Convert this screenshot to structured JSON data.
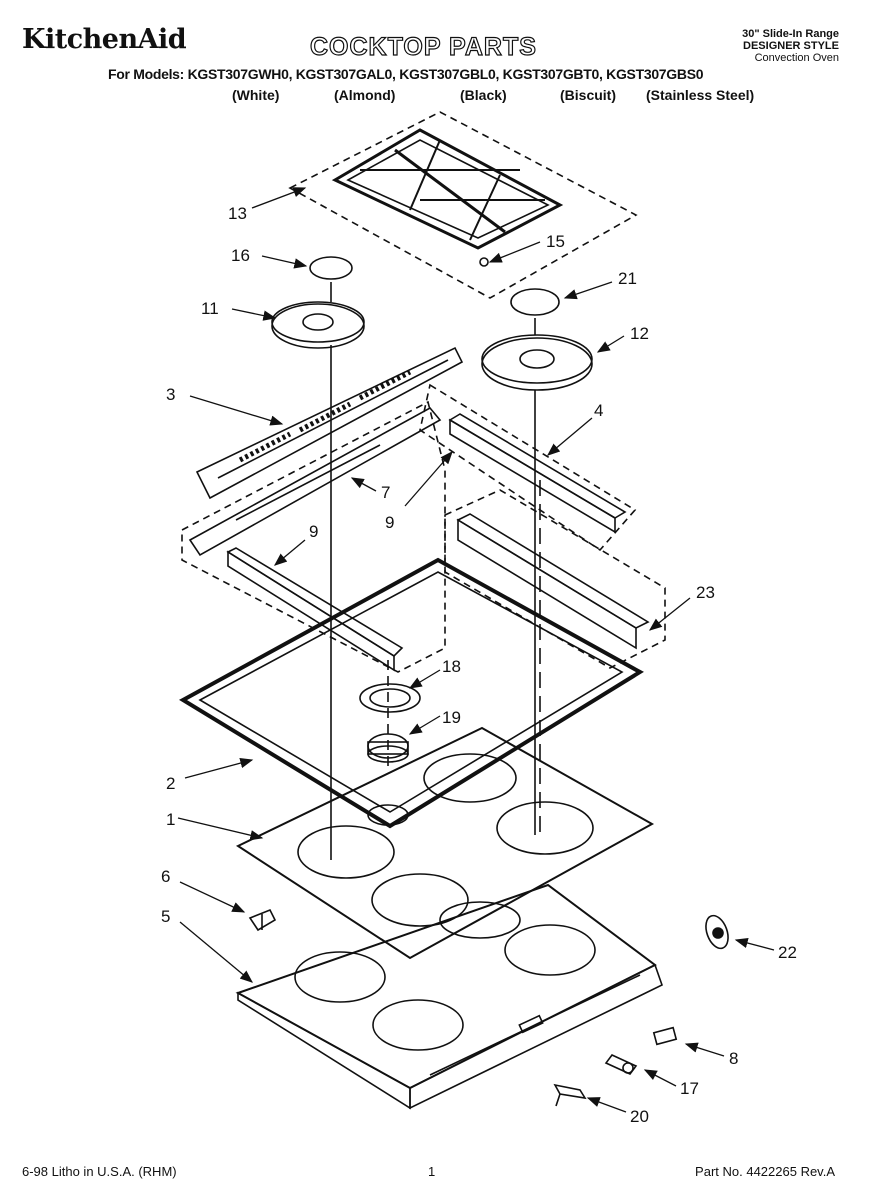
{
  "header": {
    "brand": "KitchenAid",
    "title": "COCKTOP PARTS",
    "range_line1": "30\" Slide-In Range",
    "range_line2": "DESIGNER STYLE",
    "range_line3": "Convection Oven",
    "models_line": "For Models: KGST307GWH0, KGST307GAL0, KGST307GBL0, KGST307GBT0, KGST307GBS0",
    "colors": [
      "(White)",
      "(Almond)",
      "(Black)",
      "(Biscuit)",
      "(Stainless Steel)"
    ]
  },
  "callouts": [
    "13",
    "16",
    "15",
    "21",
    "11",
    "12",
    "3",
    "4",
    "7",
    "9",
    "9",
    "23",
    "18",
    "19",
    "2",
    "1",
    "6",
    "5",
    "22",
    "8",
    "17",
    "20"
  ],
  "footer": {
    "left": "6-98 Litho in U.S.A. (RHM)",
    "center": "1",
    "right": "Part No. 4422265 Rev.A"
  }
}
